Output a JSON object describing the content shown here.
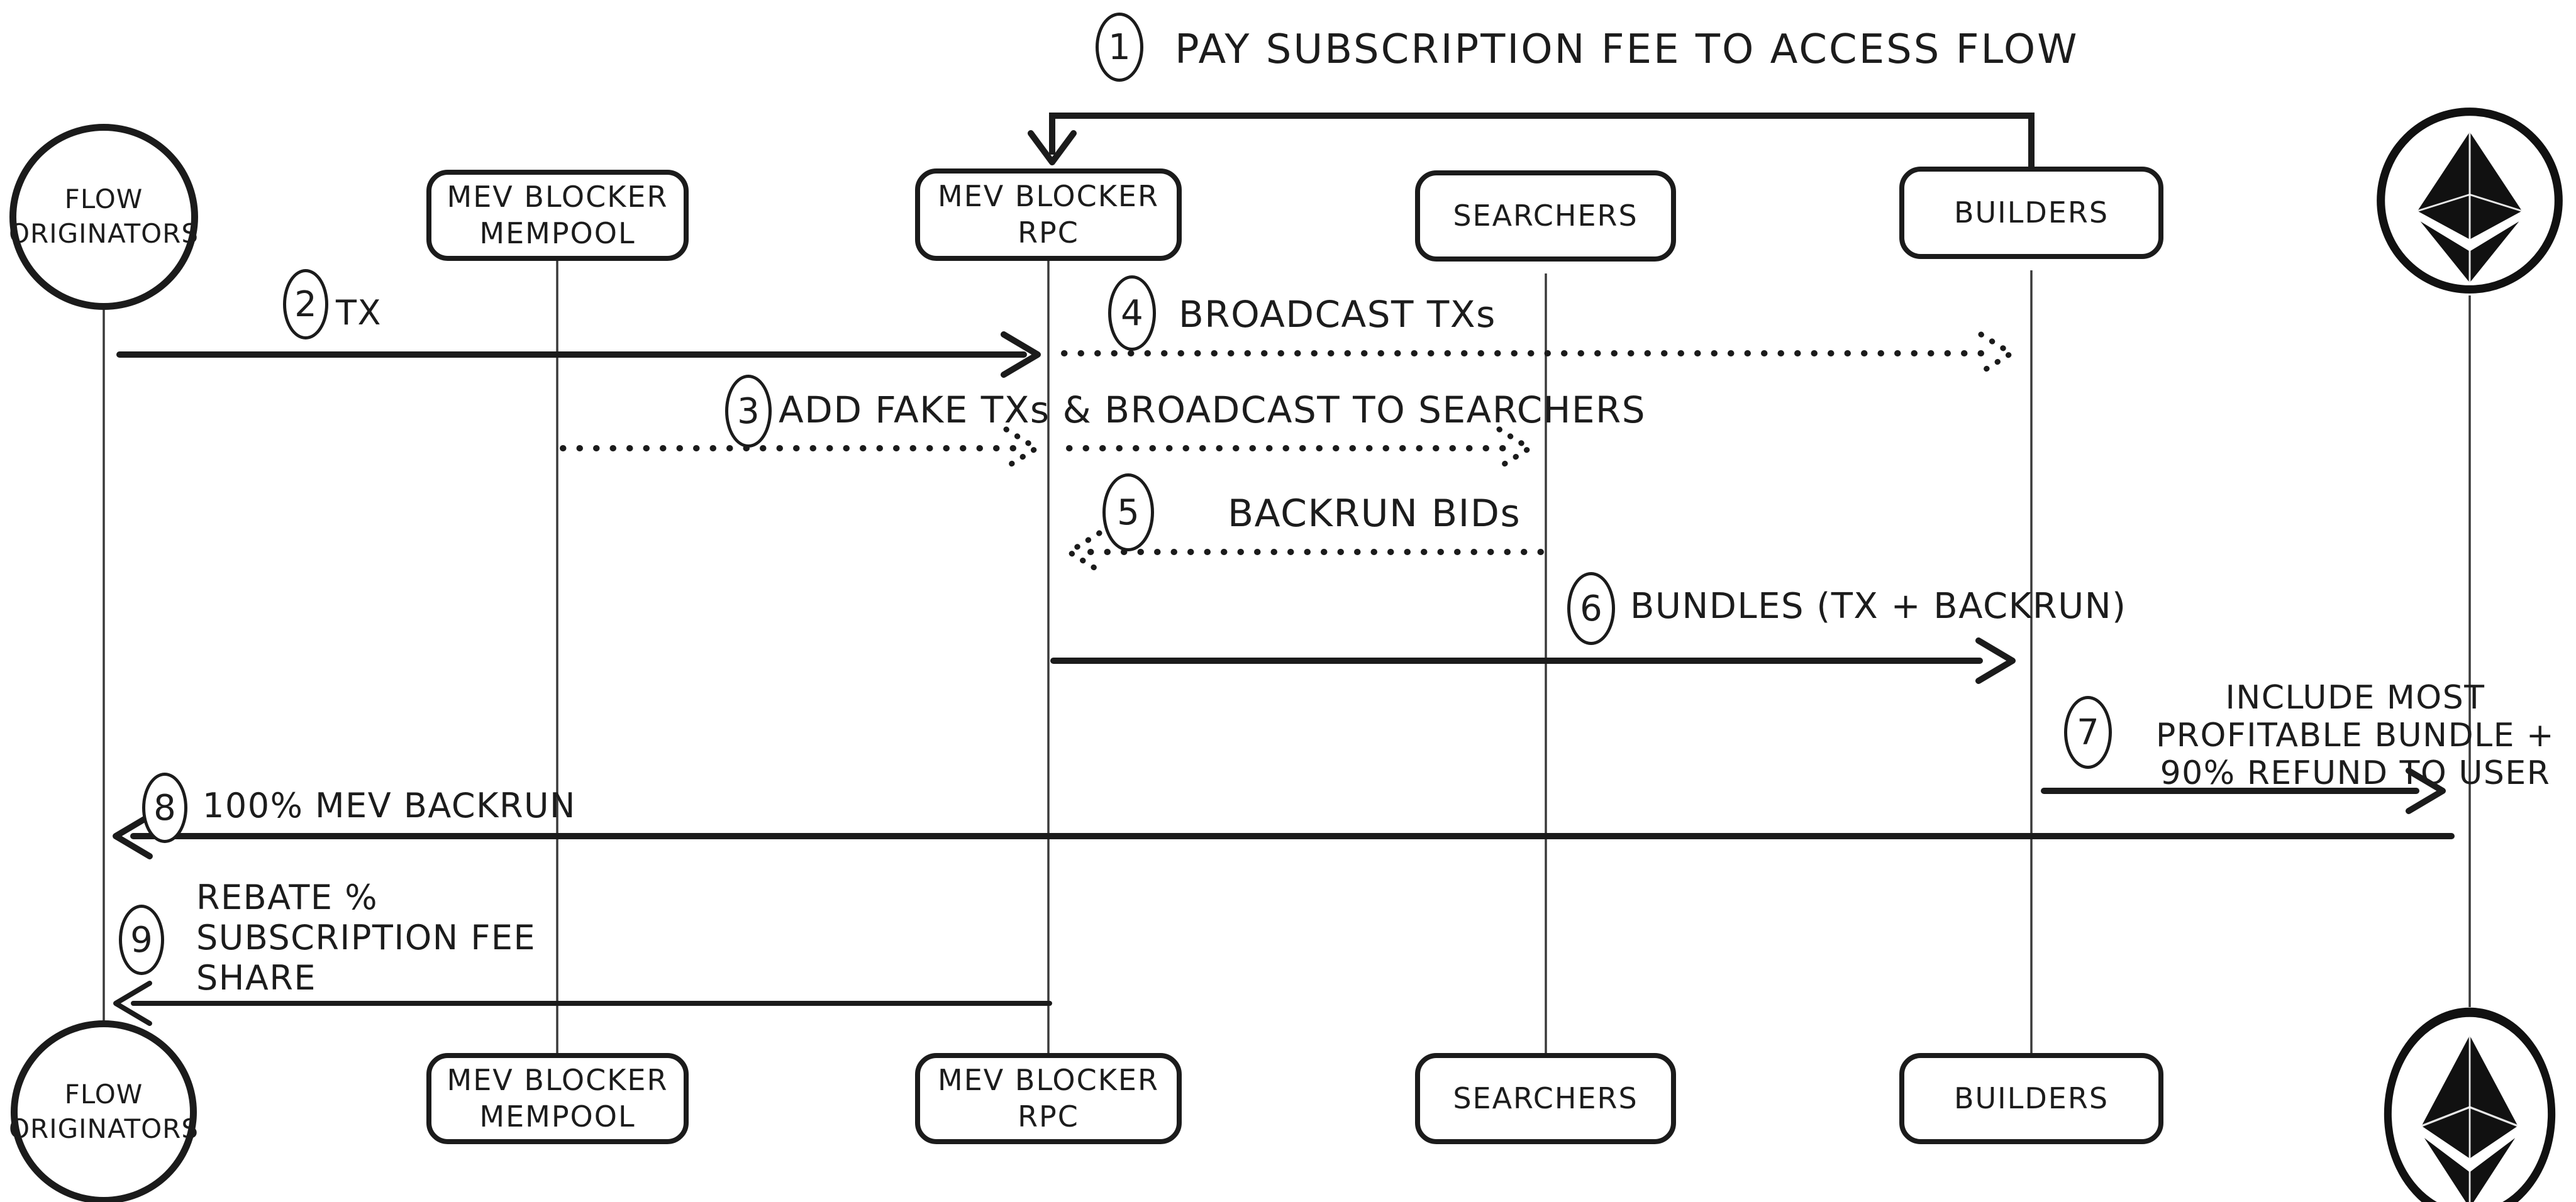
{
  "colors": {
    "ink": "#1c1c1c",
    "lifeline": "#3a3a3a",
    "background": "#ffffff"
  },
  "actors": [
    {
      "id": "flow-originators",
      "shape": "circle",
      "lines": [
        "FLOW",
        "ORIGINATORS"
      ]
    },
    {
      "id": "mev-blocker-mempool",
      "shape": "rounded-box",
      "lines": [
        "MEV BLOCKER",
        "MEMPOOL"
      ]
    },
    {
      "id": "mev-blocker-rpc",
      "shape": "rounded-box",
      "lines": [
        "MEV BLOCKER",
        "RPC"
      ]
    },
    {
      "id": "searchers",
      "shape": "rounded-box",
      "lines": [
        "SEARCHERS"
      ]
    },
    {
      "id": "builders",
      "shape": "rounded-box",
      "lines": [
        "BUILDERS"
      ]
    },
    {
      "id": "ethereum",
      "shape": "circle",
      "icon": "ethereum-logo"
    }
  ],
  "messages": [
    {
      "step": "1",
      "from": "builders",
      "to": "mev-blocker-rpc",
      "style": "solid",
      "label": "PAY SUBSCRIPTION FEE TO ACCESS FLOW"
    },
    {
      "step": "2",
      "from": "flow-originators",
      "to": "mev-blocker-rpc",
      "style": "solid",
      "label": "TX"
    },
    {
      "step": "3",
      "from": "mev-blocker-mempool",
      "to": "searchers",
      "style": "dotted",
      "label": "ADD FAKE TXs & BROADCAST TO SEARCHERS"
    },
    {
      "step": "4",
      "from": "mev-blocker-rpc",
      "to": "builders",
      "style": "dotted",
      "label": "BROADCAST TXs"
    },
    {
      "step": "5",
      "from": "searchers",
      "to": "mev-blocker-rpc",
      "style": "dotted",
      "label": "BACKRUN BIDs"
    },
    {
      "step": "6",
      "from": "mev-blocker-rpc",
      "to": "builders",
      "style": "solid",
      "label": "BUNDLES (TX + BACKRUN)"
    },
    {
      "step": "7",
      "from": "builders",
      "to": "ethereum",
      "style": "solid",
      "label": "INCLUDE MOST PROFITABLE BUNDLE + 90% REFUND TO USER",
      "lines": [
        "INCLUDE MOST",
        "PROFITABLE BUNDLE +",
        "90% REFUND TO USER"
      ]
    },
    {
      "step": "8",
      "from": "ethereum",
      "to": "flow-originators",
      "style": "solid",
      "label": "100% MEV BACKRUN"
    },
    {
      "step": "9",
      "from": "mev-blocker-rpc",
      "to": "flow-originators",
      "style": "solid",
      "label": "REBATE % SUBSCRIPTION FEE SHARE",
      "lines": [
        "REBATE %",
        "SUBSCRIPTION FEE",
        "SHARE"
      ]
    }
  ]
}
